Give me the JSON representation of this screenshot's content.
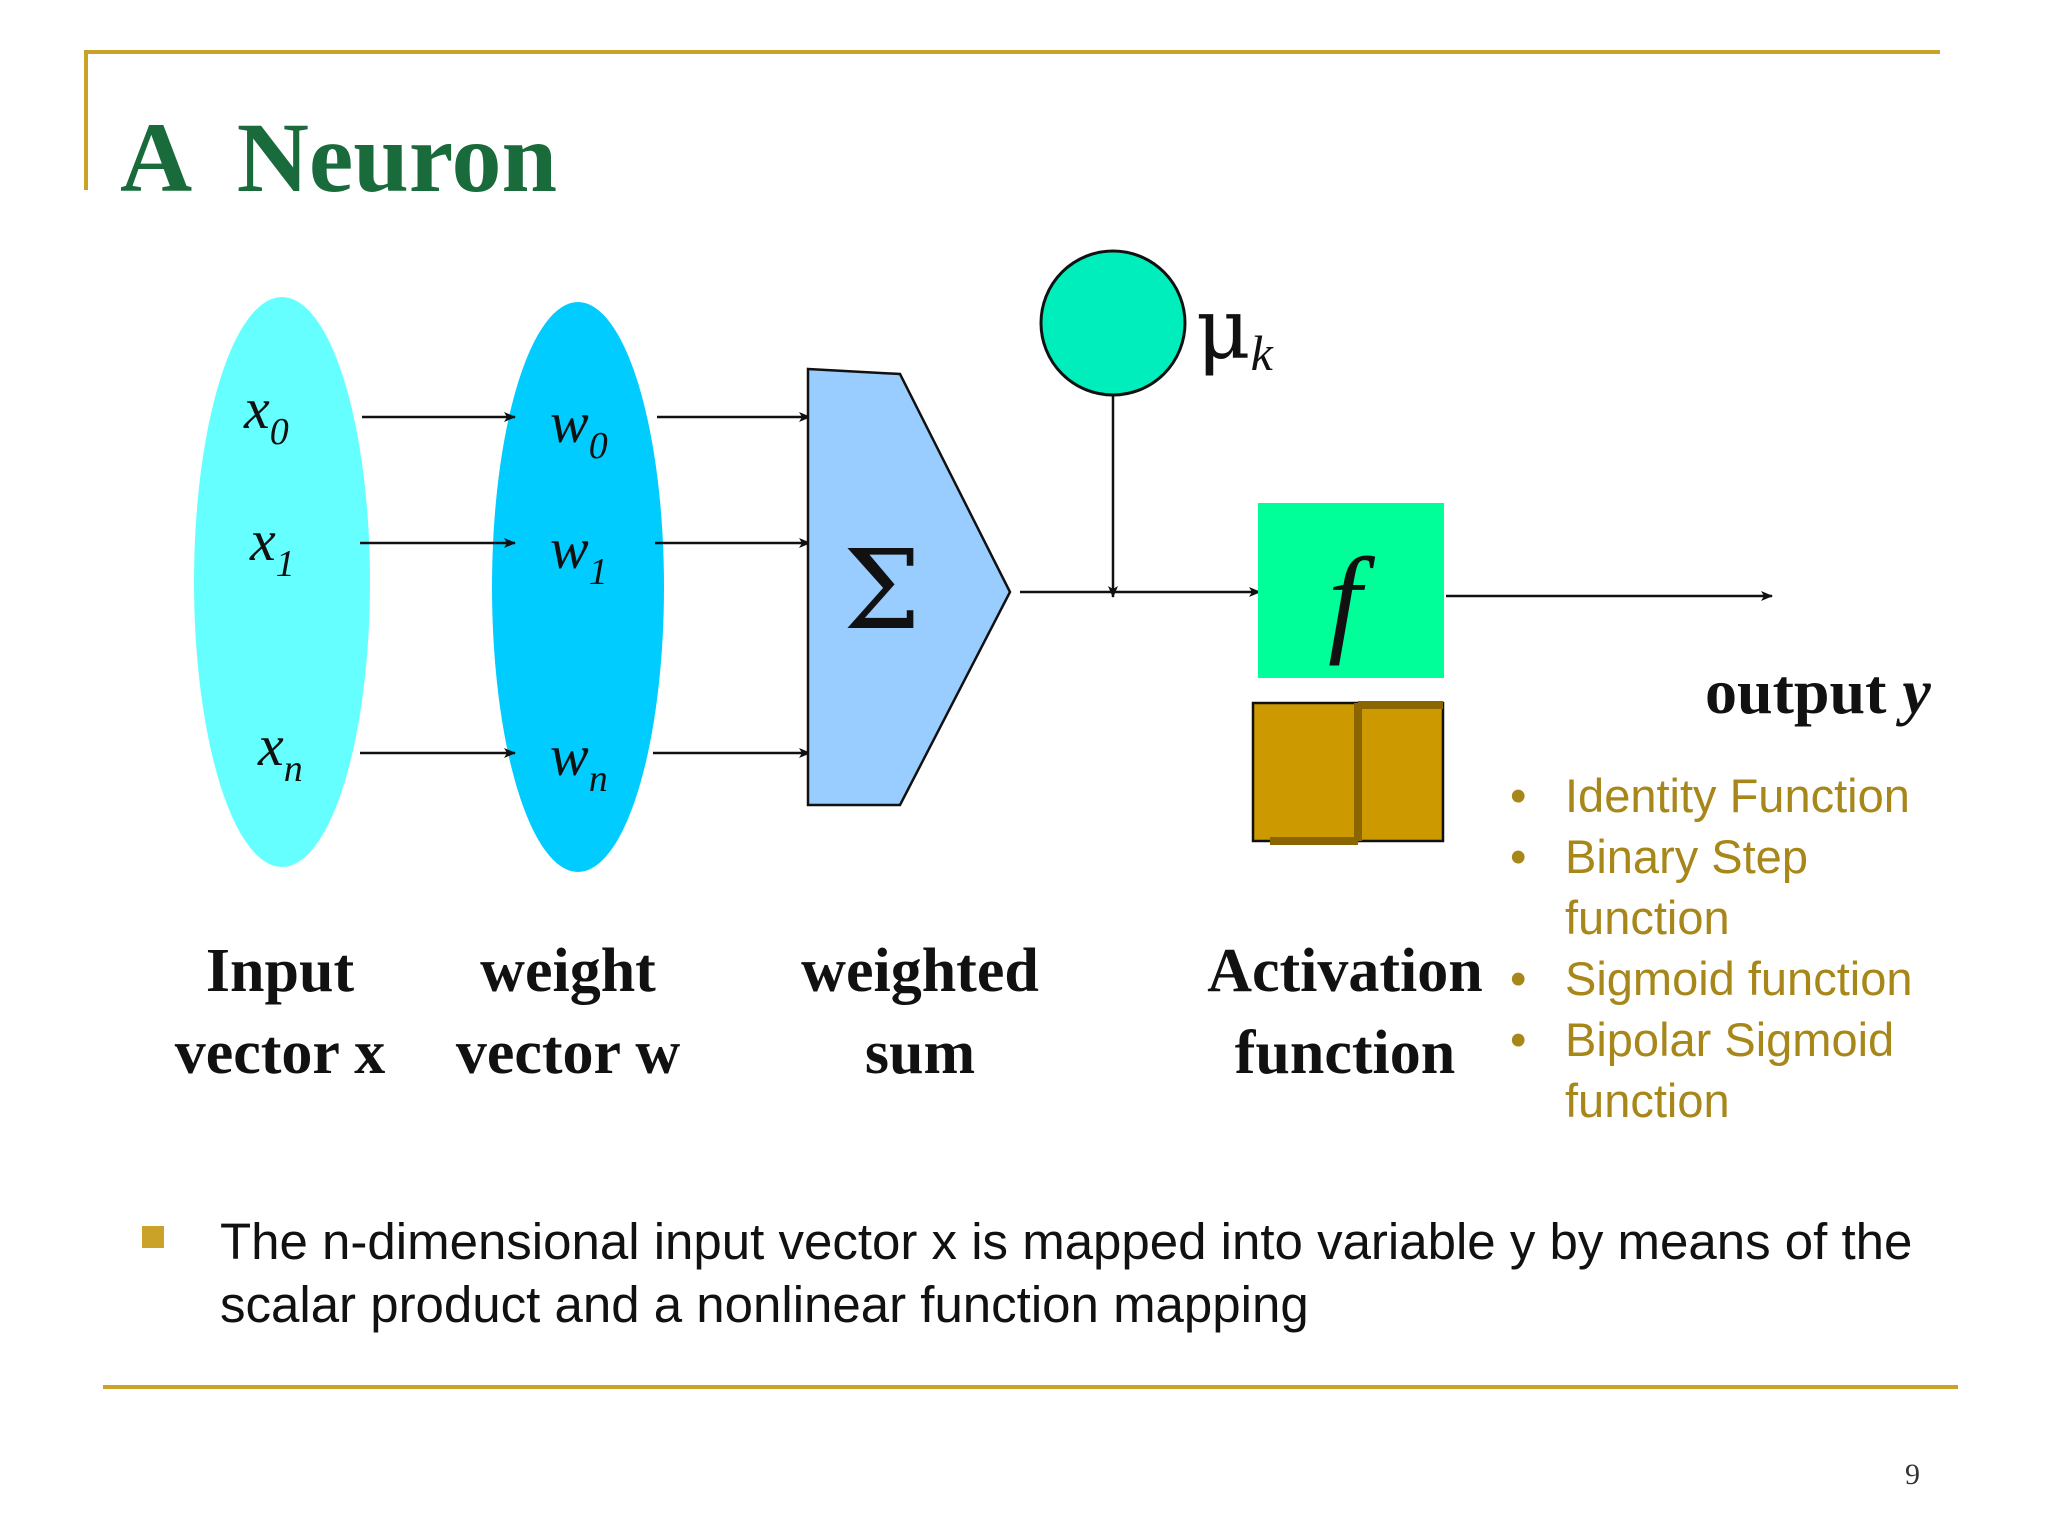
{
  "slide": {
    "title": "A  Neuron",
    "page_number": "9"
  },
  "diagram": {
    "inputs": [
      {
        "base": "x",
        "sub": "0"
      },
      {
        "base": "x",
        "sub": "1"
      },
      {
        "base": "x",
        "sub": "n"
      }
    ],
    "weights": [
      {
        "base": "w",
        "sub": "0"
      },
      {
        "base": "w",
        "sub": "1"
      },
      {
        "base": "w",
        "sub": "n"
      }
    ],
    "sum_symbol": "Σ",
    "bias": {
      "base": "μ",
      "sub": "k"
    },
    "activation_symbol": "f",
    "output_label": {
      "text": "output",
      "var": "y"
    },
    "labels": {
      "input": [
        "Input",
        "vector x"
      ],
      "weight": [
        "weight",
        "vector w"
      ],
      "weighted_sum": [
        "weighted",
        "sum"
      ],
      "activation": [
        "Activation",
        "function"
      ]
    },
    "activation_types": [
      "Identity Function",
      "Binary Step function",
      "Sigmoid function",
      "Bipolar Sigmoid function"
    ],
    "colors": {
      "input_ellipse": "#66ffff",
      "weight_ellipse": "#00ccff",
      "sum_block": "#99ccff",
      "bias_circle": "#00eebb",
      "activation_box": "#00ff99",
      "step_box": "#cc9900",
      "title": "#1a6b3c",
      "accent": "#c9a227"
    }
  },
  "bullet": "The n-dimensional input vector x is mapped into variable y by means of the scalar product and a nonlinear function mapping"
}
